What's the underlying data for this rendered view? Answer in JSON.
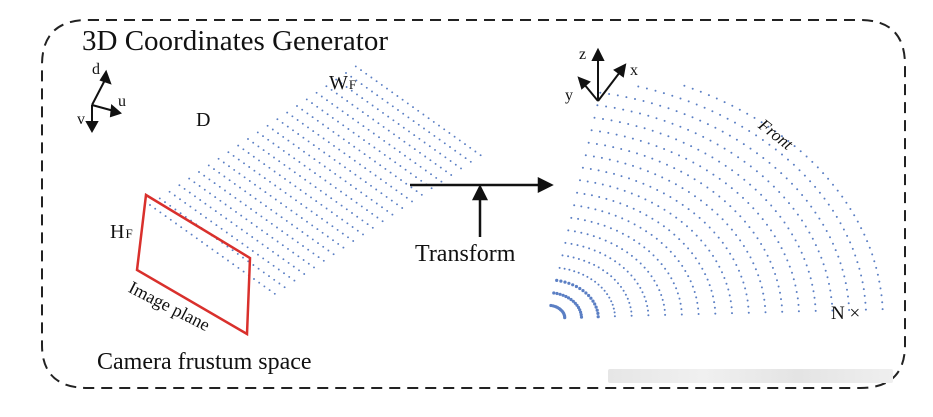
{
  "title": "3D Coordinates Generator",
  "caption": "Camera frustum space",
  "transform_label": "Transform",
  "camera_axes": {
    "d": "d",
    "u": "u",
    "v": "v"
  },
  "world_axes": {
    "z": "z",
    "x": "x",
    "y": "y"
  },
  "frustum_labels": {
    "w": "W",
    "w_sub": "F",
    "d": "D",
    "h": "H",
    "h_sub": "F"
  },
  "image_plane_label": "Image plane",
  "front_label": "Front",
  "n_label": "N ×",
  "colors": {
    "points": "#5b7fc4",
    "image_plane": "#d9302c",
    "stroke": "#111111"
  }
}
